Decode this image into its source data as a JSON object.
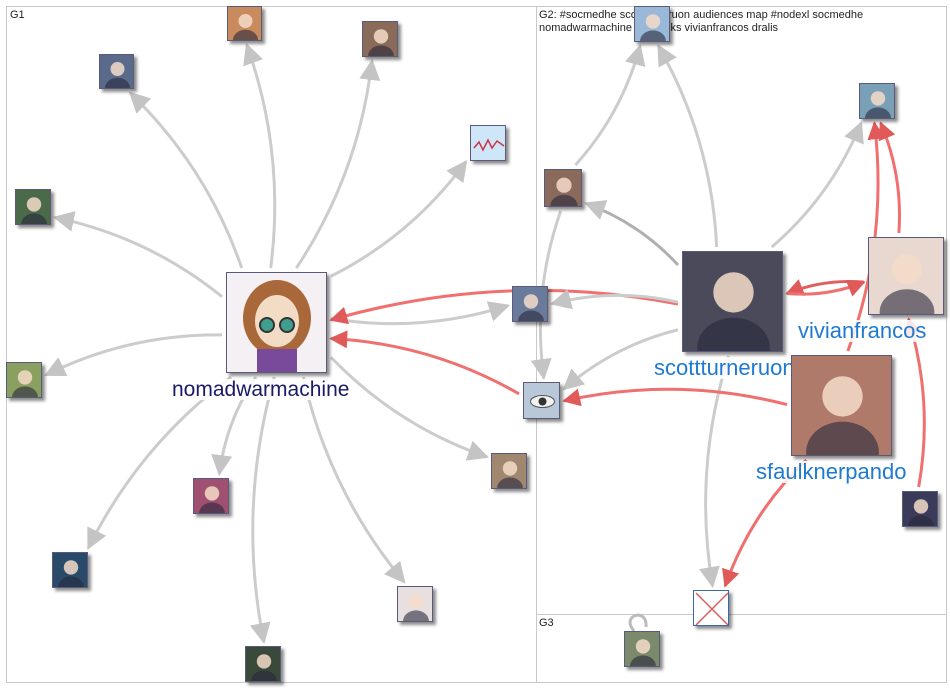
{
  "groups": [
    {
      "id": "G1",
      "label": "G1"
    },
    {
      "id": "G2",
      "label": "G2: #socmedhe scottturneruon audiences map #nodexl socmedhe nomadwarmachine suebecks vivianfrancos dralis"
    },
    {
      "id": "G3",
      "label": "G3"
    }
  ],
  "nodes": [
    {
      "id": "nomadwarmachine",
      "label": "nomadwarmachine",
      "group": "G1",
      "color": "#b89cc8"
    },
    {
      "id": "g1-top1",
      "group": "G1",
      "color": "#c98a5e"
    },
    {
      "id": "g1-top2",
      "group": "G1",
      "color": "#8a6a58"
    },
    {
      "id": "g1-topleft",
      "group": "G1",
      "color": "#5a6a8a"
    },
    {
      "id": "g1-chart",
      "group": "G1",
      "color": "#cfe6f8"
    },
    {
      "id": "g1-left1",
      "group": "G1",
      "color": "#4a6a4a"
    },
    {
      "id": "g1-left2",
      "group": "G1",
      "color": "#8aa060"
    },
    {
      "id": "g1-center-right",
      "group": "G1",
      "color": "#6a7a9a"
    },
    {
      "id": "g1-right-low",
      "group": "G1",
      "color": "#a08870"
    },
    {
      "id": "g1-mid-low",
      "group": "G1",
      "color": "#a05070"
    },
    {
      "id": "g1-bottom-left",
      "group": "G1",
      "color": "#2a4a6a"
    },
    {
      "id": "g1-bottom-mid",
      "group": "G1",
      "color": "#e8e0e0"
    },
    {
      "id": "g1-bottom",
      "group": "G1",
      "color": "#3a4a3a"
    },
    {
      "id": "scottturneruon",
      "label": "scottturneruon",
      "group": "G2",
      "color": "#4a4a5a"
    },
    {
      "id": "vivianfrancos",
      "label": "vivianfrancos",
      "group": "G2",
      "color": "#e8d8d0"
    },
    {
      "id": "sfaulknerpando",
      "label": "sfaulknerpando",
      "group": "G2",
      "color": "#b07a6a"
    },
    {
      "id": "g2-top",
      "group": "G2",
      "color": "#9ab8d8"
    },
    {
      "id": "g2-woman",
      "group": "G2",
      "color": "#8a6a5a"
    },
    {
      "id": "g2-lake",
      "group": "G2",
      "color": "#7aa0b8"
    },
    {
      "id": "g2-eye",
      "group": "G2",
      "color": "#b8c8d8"
    },
    {
      "id": "g2-small",
      "group": "G2",
      "color": "#3a3a5a"
    },
    {
      "id": "g2-broken",
      "group": "G2",
      "color": "#ffffff"
    },
    {
      "id": "g3-node",
      "group": "G3",
      "color": "#7a8a6a"
    }
  ],
  "edges": [
    {
      "from": "nomadwarmachine",
      "to": "g1-top1",
      "color": "#cccccc"
    },
    {
      "from": "nomadwarmachine",
      "to": "g1-top2",
      "color": "#cccccc"
    },
    {
      "from": "nomadwarmachine",
      "to": "g1-topleft",
      "color": "#cccccc"
    },
    {
      "from": "nomadwarmachine",
      "to": "g1-chart",
      "color": "#cccccc"
    },
    {
      "from": "nomadwarmachine",
      "to": "g1-left1",
      "color": "#cccccc"
    },
    {
      "from": "nomadwarmachine",
      "to": "g1-left2",
      "color": "#cccccc"
    },
    {
      "from": "nomadwarmachine",
      "to": "g1-center-right",
      "color": "#cccccc"
    },
    {
      "from": "nomadwarmachine",
      "to": "g1-right-low",
      "color": "#cccccc"
    },
    {
      "from": "nomadwarmachine",
      "to": "g1-mid-low",
      "color": "#cccccc"
    },
    {
      "from": "nomadwarmachine",
      "to": "g1-bottom-left",
      "color": "#cccccc"
    },
    {
      "from": "nomadwarmachine",
      "to": "g1-bottom-mid",
      "color": "#cccccc"
    },
    {
      "from": "nomadwarmachine",
      "to": "g1-bottom",
      "color": "#cccccc"
    },
    {
      "from": "scottturneruon",
      "to": "g2-top",
      "color": "#cccccc"
    },
    {
      "from": "g2-woman",
      "to": "g2-top",
      "color": "#cccccc"
    },
    {
      "from": "scottturneruon",
      "to": "g2-woman",
      "color": "#b0b0b0"
    },
    {
      "from": "scottturneruon",
      "to": "g2-eye",
      "color": "#cccccc"
    },
    {
      "from": "g2-woman",
      "to": "g2-eye",
      "color": "#cccccc"
    },
    {
      "from": "scottturneruon",
      "to": "g2-broken",
      "color": "#cccccc"
    },
    {
      "from": "scottturneruon",
      "to": "g2-lake",
      "color": "#cccccc"
    },
    {
      "from": "scottturneruon",
      "to": "nomadwarmachine",
      "color": "#f07070"
    },
    {
      "from": "g2-eye",
      "to": "nomadwarmachine",
      "color": "#f07070"
    },
    {
      "from": "scottturneruon",
      "to": "g1-center-right",
      "color": "#cccccc"
    },
    {
      "from": "vivianfrancos",
      "to": "scottturneruon",
      "color": "#e06060"
    },
    {
      "from": "scottturneruon",
      "to": "vivianfrancos",
      "color": "#f07070"
    },
    {
      "from": "vivianfrancos",
      "to": "g2-lake",
      "color": "#f07070"
    },
    {
      "from": "sfaulknerpando",
      "to": "g2-lake",
      "color": "#f07070"
    },
    {
      "from": "sfaulknerpando",
      "to": "g2-broken",
      "color": "#f07070"
    },
    {
      "from": "sfaulknerpando",
      "to": "g2-eye",
      "color": "#f07070"
    },
    {
      "from": "g2-small",
      "to": "vivianfrancos",
      "color": "#f07070"
    },
    {
      "from": "g3-node",
      "to": "g3-node",
      "color": "#bbbbbb"
    }
  ]
}
